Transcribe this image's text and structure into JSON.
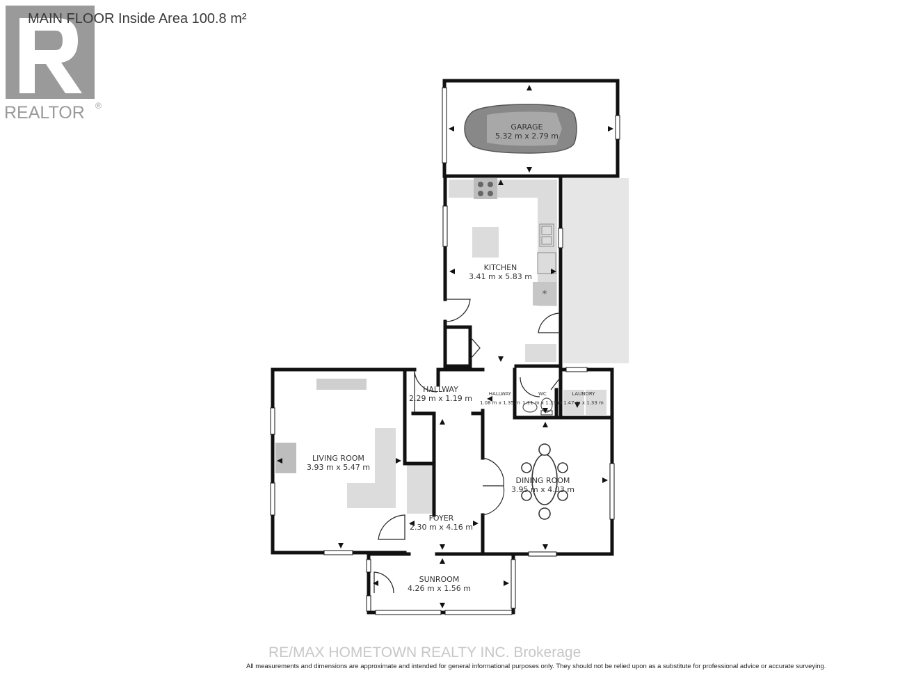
{
  "header": {
    "title": "MAIN FLOOR Inside Area 100.8 m²",
    "logo_text": "REALTOR",
    "logo_mark": "®"
  },
  "rooms": {
    "garage": {
      "name": "GARAGE",
      "dims": "5.32 m x 2.79 m"
    },
    "kitchen": {
      "name": "KITCHEN",
      "dims": "3.41 m x 5.83 m"
    },
    "hallway_main": {
      "name": "HALLWAY",
      "dims": "2.29 m x 1.19 m"
    },
    "hallway_small": {
      "name": "HALLWAY",
      "dims": "1.08 m x 1.35 m"
    },
    "wc": {
      "name": "WC",
      "dims": "1.11 m x 1.33 m"
    },
    "laundry": {
      "name": "LAUNDRY",
      "dims": "1.47 m x 1.33 m"
    },
    "living_room": {
      "name": "LIVING ROOM",
      "dims": "3.93 m x 5.47 m"
    },
    "dining_room": {
      "name": "DINING ROOM",
      "dims": "3.95 m x 4.03 m"
    },
    "foyer": {
      "name": "FOYER",
      "dims": "2.30 m x 4.16 m"
    },
    "sunroom": {
      "name": "SUNROOM",
      "dims": "4.26 m x 1.56 m"
    }
  },
  "footer": {
    "brokerage": "RE/MAX HOMETOWN REALTY INC. Brokerage",
    "disclaimer": "All measurements and dimensions are approximate and intended for general informational purposes only. They should not be relied upon as a substitute for professional advice or accurate surveying."
  },
  "colors": {
    "wall": "#111111",
    "fixture": "#d9d9d9",
    "exterior_patio": "#e6e6e6",
    "car": "#888888",
    "logo": "#9a9a9a"
  }
}
